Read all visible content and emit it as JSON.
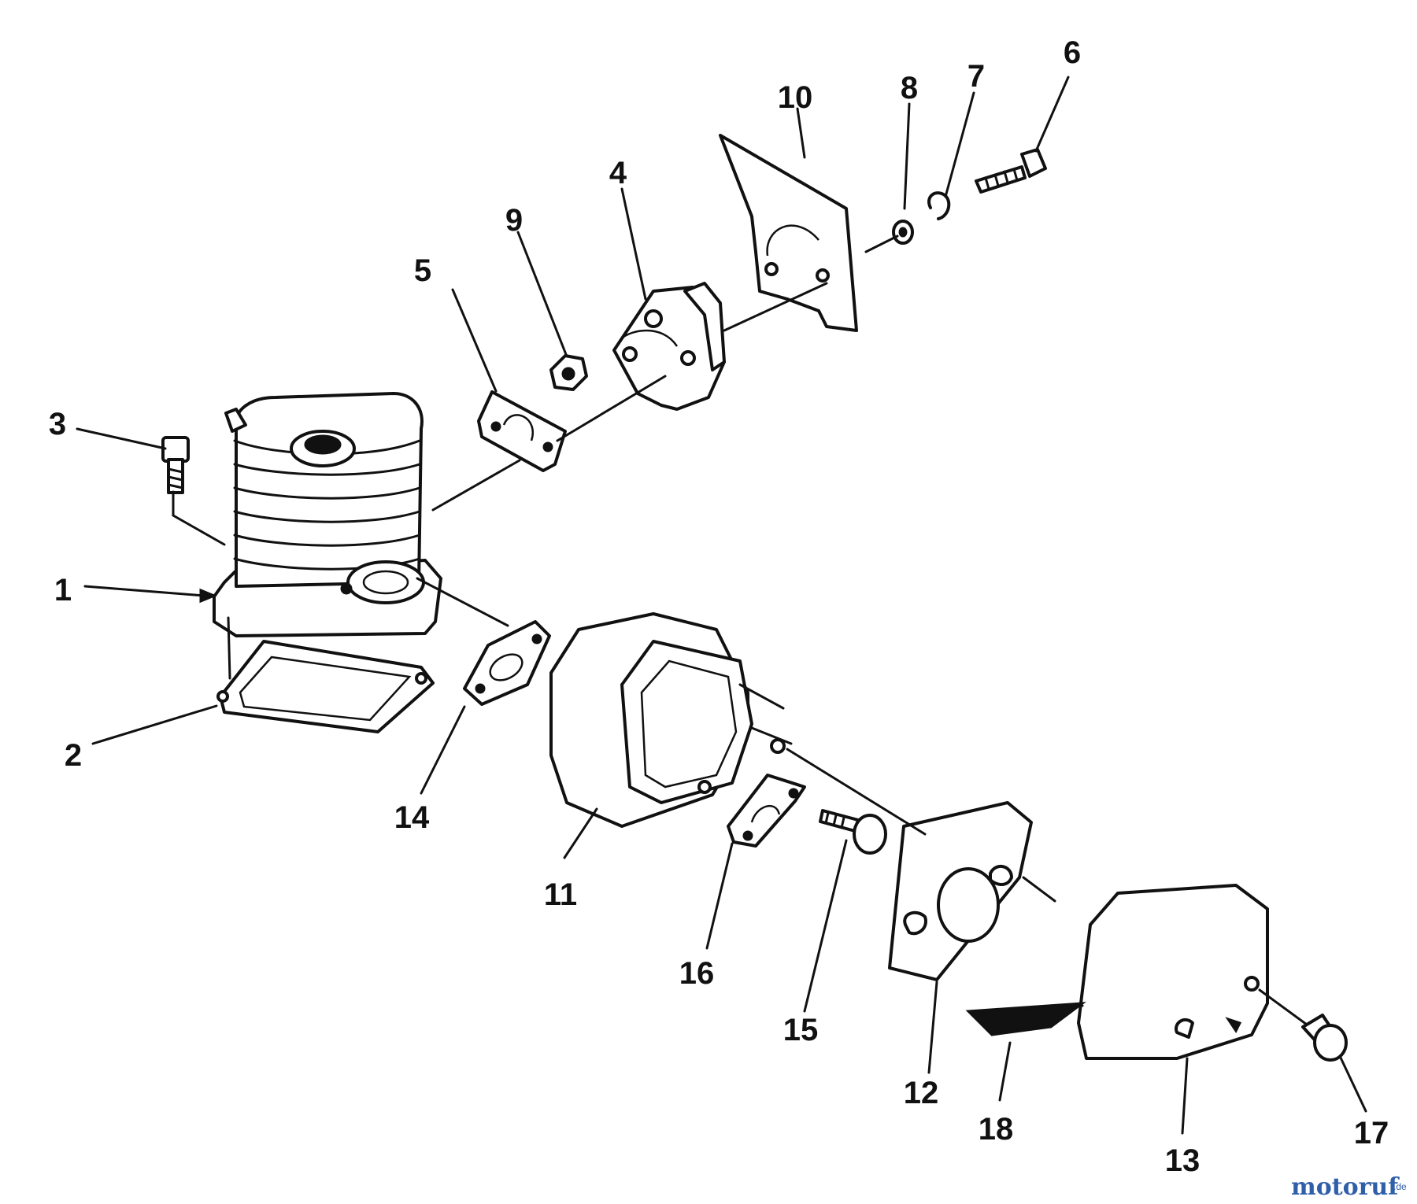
{
  "labels": {
    "p1": "1",
    "p2": "2",
    "p3": "3",
    "p4": "4",
    "p5": "5",
    "p6": "6",
    "p7": "7",
    "p8": "8",
    "p9": "9",
    "p10": "10",
    "p11": "11",
    "p12": "12",
    "p13": "13",
    "p14": "14",
    "p15": "15",
    "p16": "16",
    "p17": "17",
    "p18": "18"
  },
  "watermark": {
    "main": "motoruf",
    "suffix": ".de"
  },
  "colors": {
    "ink": "#111111",
    "wm_blue": "#2f5fa8",
    "wm_orange": "#e2861c",
    "wm_green": "#4d9a3a"
  }
}
